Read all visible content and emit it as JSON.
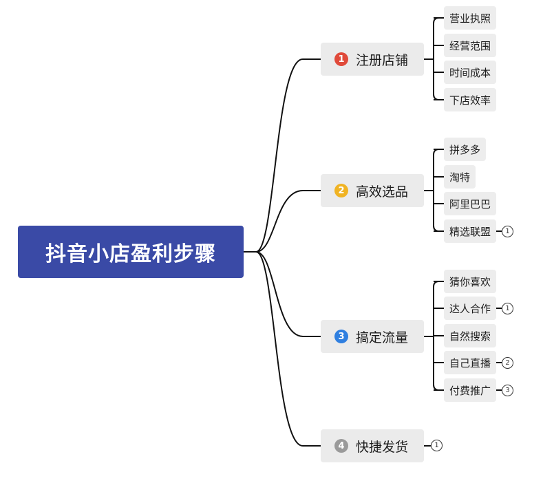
{
  "root": {
    "title": "抖音小店盈利步骤"
  },
  "colors": {
    "root_bg": "#3a4aa6",
    "line": "#111111",
    "node_bg": "#ebebeb"
  },
  "branches": [
    {
      "num": "1",
      "label": "注册店铺",
      "num_color": "#e04a3a",
      "children": [
        {
          "label": "营业执照",
          "badge": null
        },
        {
          "label": "经营范围",
          "badge": null
        },
        {
          "label": "时间成本",
          "badge": null
        },
        {
          "label": "下店效率",
          "badge": null
        }
      ]
    },
    {
      "num": "2",
      "label": "高效选品",
      "num_color": "#f0b323",
      "children": [
        {
          "label": "拼多多",
          "badge": null
        },
        {
          "label": "淘特",
          "badge": null
        },
        {
          "label": "阿里巴巴",
          "badge": null
        },
        {
          "label": "精选联盟",
          "badge": "1"
        }
      ]
    },
    {
      "num": "3",
      "label": "搞定流量",
      "num_color": "#2f7fe0",
      "children": [
        {
          "label": "猜你喜欢",
          "badge": null
        },
        {
          "label": "达人合作",
          "badge": "1"
        },
        {
          "label": "自然搜索",
          "badge": null
        },
        {
          "label": "自己直播",
          "badge": "2"
        },
        {
          "label": "付费推广",
          "badge": "3"
        }
      ]
    },
    {
      "num": "4",
      "label": "快捷发货",
      "num_color": "#9a9a9a",
      "badge": "1",
      "children": []
    }
  ]
}
